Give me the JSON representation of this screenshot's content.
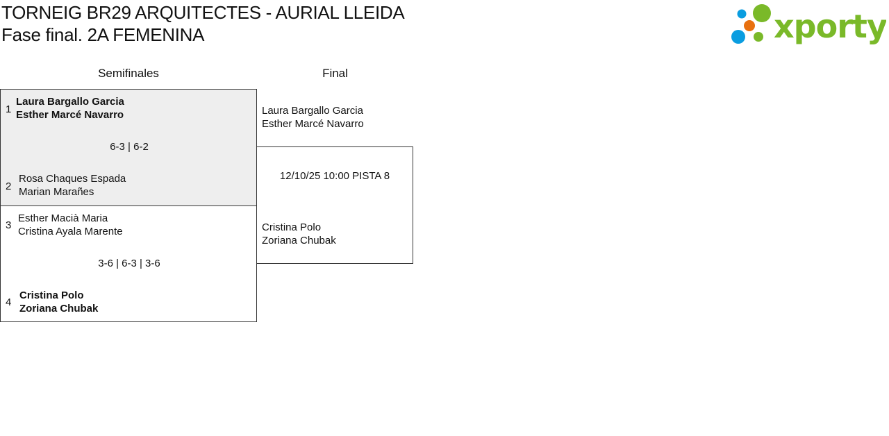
{
  "header": {
    "title": "TORNEIG BR29 ARQUITECTES - AURIAL LLEIDA",
    "subtitle": "Fase final. 2A FEMENINA",
    "logo_text": "xporty"
  },
  "rounds": [
    "Semifinales",
    "Final"
  ],
  "semifinals": [
    {
      "score": "6-3 | 6-2",
      "teams": [
        {
          "seed": "1",
          "players": [
            "Laura Bargallo Garcia",
            "Esther Marcé Navarro"
          ],
          "winner": true
        },
        {
          "seed": "2",
          "players": [
            "Rosa Chaques Espada",
            "Marian Marañes"
          ],
          "winner": false
        }
      ]
    },
    {
      "score": "3-6 | 6-3 | 3-6",
      "teams": [
        {
          "seed": "3",
          "players": [
            "Esther Macià Maria",
            "Cristina Ayala Marente"
          ],
          "winner": false
        },
        {
          "seed": "4",
          "players": [
            "Cristina Polo",
            "Zoriana Chubak"
          ],
          "winner": true
        }
      ]
    }
  ],
  "final": {
    "schedule": "12/10/25 10:00 PISTA 8",
    "teams": [
      {
        "players": [
          "Laura Bargallo Garcia",
          "Esther Marcé Navarro"
        ]
      },
      {
        "players": [
          "Cristina Polo",
          "Zoriana Chubak"
        ]
      }
    ]
  },
  "colors": {
    "logo_green": "#7ab929",
    "logo_blue": "#0a9de0",
    "logo_orange": "#e8700f",
    "highlight_bg": "#eeeeee"
  }
}
